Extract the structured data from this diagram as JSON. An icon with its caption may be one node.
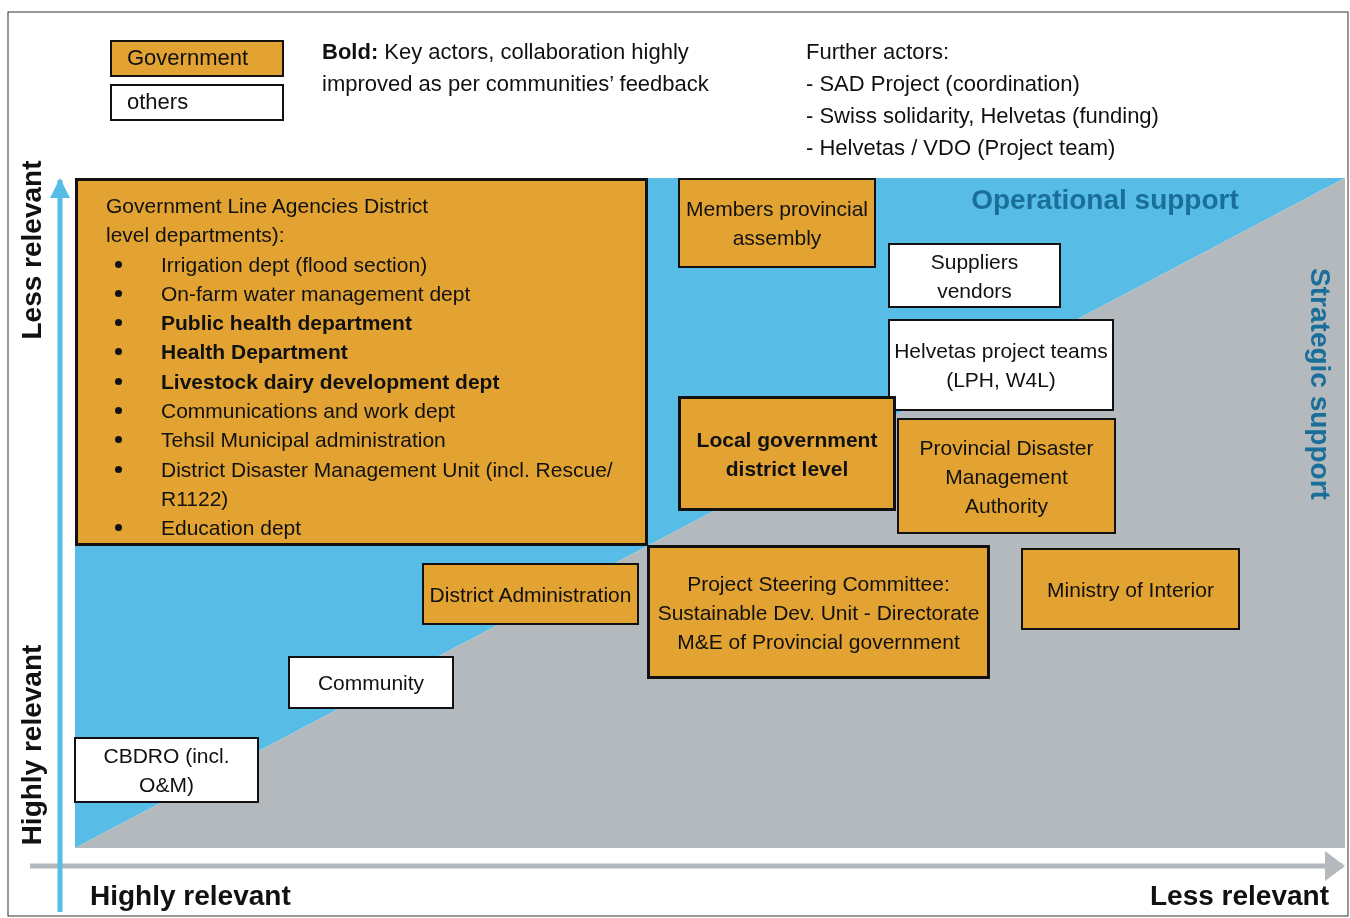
{
  "diagram": {
    "nodes": [
      {
        "text": [
          "Government Line Agencies District level departments):",
          "Irrigation dept (flood section)",
          "On-farm water management dept",
          "Public health department",
          "Health Department",
          "Livestock dairy development dept",
          "Communications and work dept",
          "Tehsil Municipal administration",
          "District Disaster Management Unit (incl. Rescue/ R1122)",
          "Education dept"
        ]
      },
      {
        "text": [
          "Members provincial assembly"
        ]
      },
      {
        "text": [
          "Suppliers vendors"
        ]
      },
      {
        "text": [
          "Helvetas project teams (LPH, W4L)"
        ]
      },
      {
        "text": [
          "Local government district level"
        ]
      },
      {
        "text": [
          "Provincial Disaster Management Authority"
        ]
      },
      {
        "text": [
          "District Administration"
        ]
      },
      {
        "text": [
          "Project Steering Committee: Sustainable Dev. Unit - Directorate M&E of Provincial government"
        ]
      },
      {
        "text": [
          "Ministry of Interior"
        ]
      },
      {
        "text": [
          "Community"
        ]
      },
      {
        "text": [
          "CBDRO (incl. O&M)"
        ]
      }
    ],
    "edges": [],
    "labels": [
      "**Bold:** Key actors, collaboration highly improved as per communities’ feedback",
      "Further actors:",
      "- SAD Project (coordination)",
      "- Swiss solidarity, Helvetas (funding)",
      "- Helvetas / VDO (Project team)",
      "Operational support",
      "Strategic support",
      "Less relevant",
      "Highly relevant",
      "Highly relevant",
      "Less relevant"
    ],
    "legend": [
      {
        "text": "Government",
        "color": "#e2a332"
      },
      {
        "text": "others",
        "color": "#ffffff"
      }
    ]
  }
}
